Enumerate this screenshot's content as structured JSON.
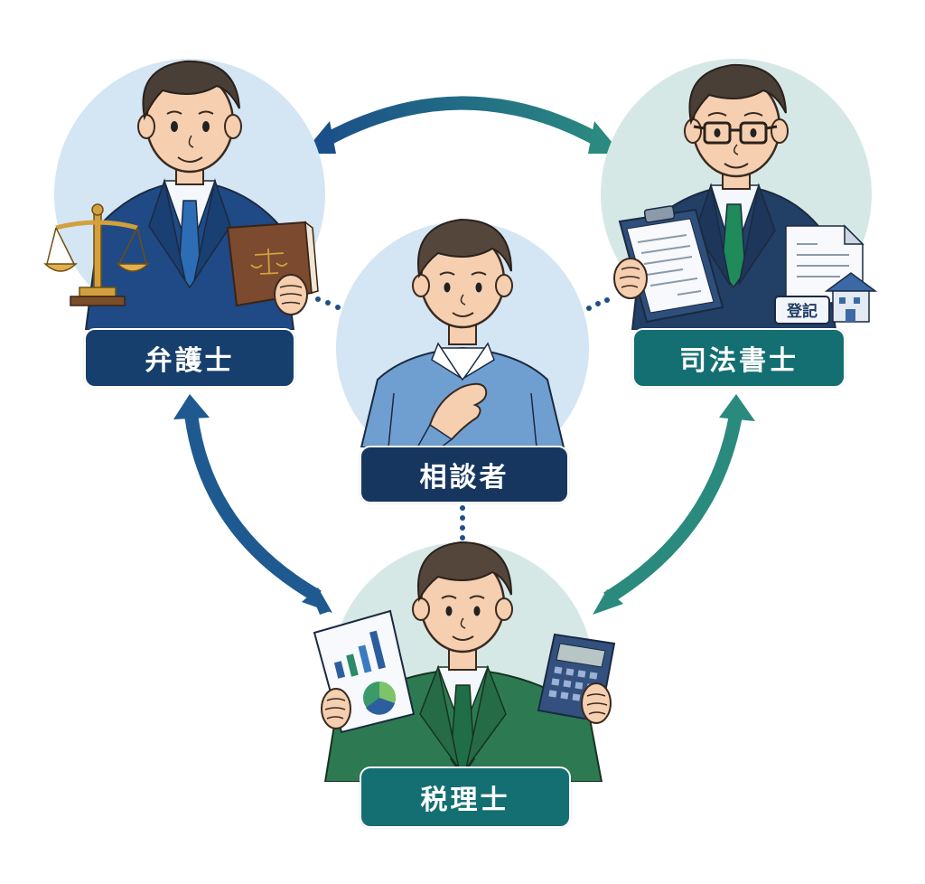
{
  "diagram": {
    "type": "professional-collaboration-triangle",
    "colors": {
      "navy": "#173f6e",
      "dark_navy": "#17365f",
      "teal": "#146f72",
      "arrow_blue": "#1e5a8f",
      "arrow_teal": "#2a8a7e",
      "circle_blue": "#d4e5f3",
      "circle_mint": "#d6e8e6",
      "connector_dots": "#1f4f86"
    },
    "nodes": [
      {
        "id": "lawyer",
        "label": "弁護士",
        "position": "top-left",
        "props": [
          "scales-of-justice",
          "law-book"
        ],
        "suit": "navy"
      },
      {
        "id": "judicial_scrivener",
        "label": "司法書士",
        "position": "top-right",
        "props": [
          "clipboard",
          "document",
          "house"
        ],
        "suit": "navy",
        "badge": "登記"
      },
      {
        "id": "client",
        "label": "相談者",
        "position": "center",
        "props": [
          "hand-on-chest"
        ],
        "outfit": "light-blue-sweater"
      },
      {
        "id": "tax_accountant",
        "label": "税理士",
        "position": "bottom",
        "props": [
          "chart-report",
          "calculator"
        ],
        "suit": "green"
      }
    ],
    "edges": [
      {
        "from": "lawyer",
        "to": "judicial_scrivener",
        "style": "double-arrow",
        "color": "blue-to-teal"
      },
      {
        "from": "lawyer",
        "to": "tax_accountant",
        "style": "double-arrow",
        "color": "blue"
      },
      {
        "from": "judicial_scrivener",
        "to": "tax_accountant",
        "style": "double-arrow",
        "color": "teal"
      },
      {
        "from": "client",
        "to": "lawyer",
        "style": "dotted"
      },
      {
        "from": "client",
        "to": "judicial_scrivener",
        "style": "dotted"
      },
      {
        "from": "client",
        "to": "tax_accountant",
        "style": "dotted"
      }
    ]
  }
}
